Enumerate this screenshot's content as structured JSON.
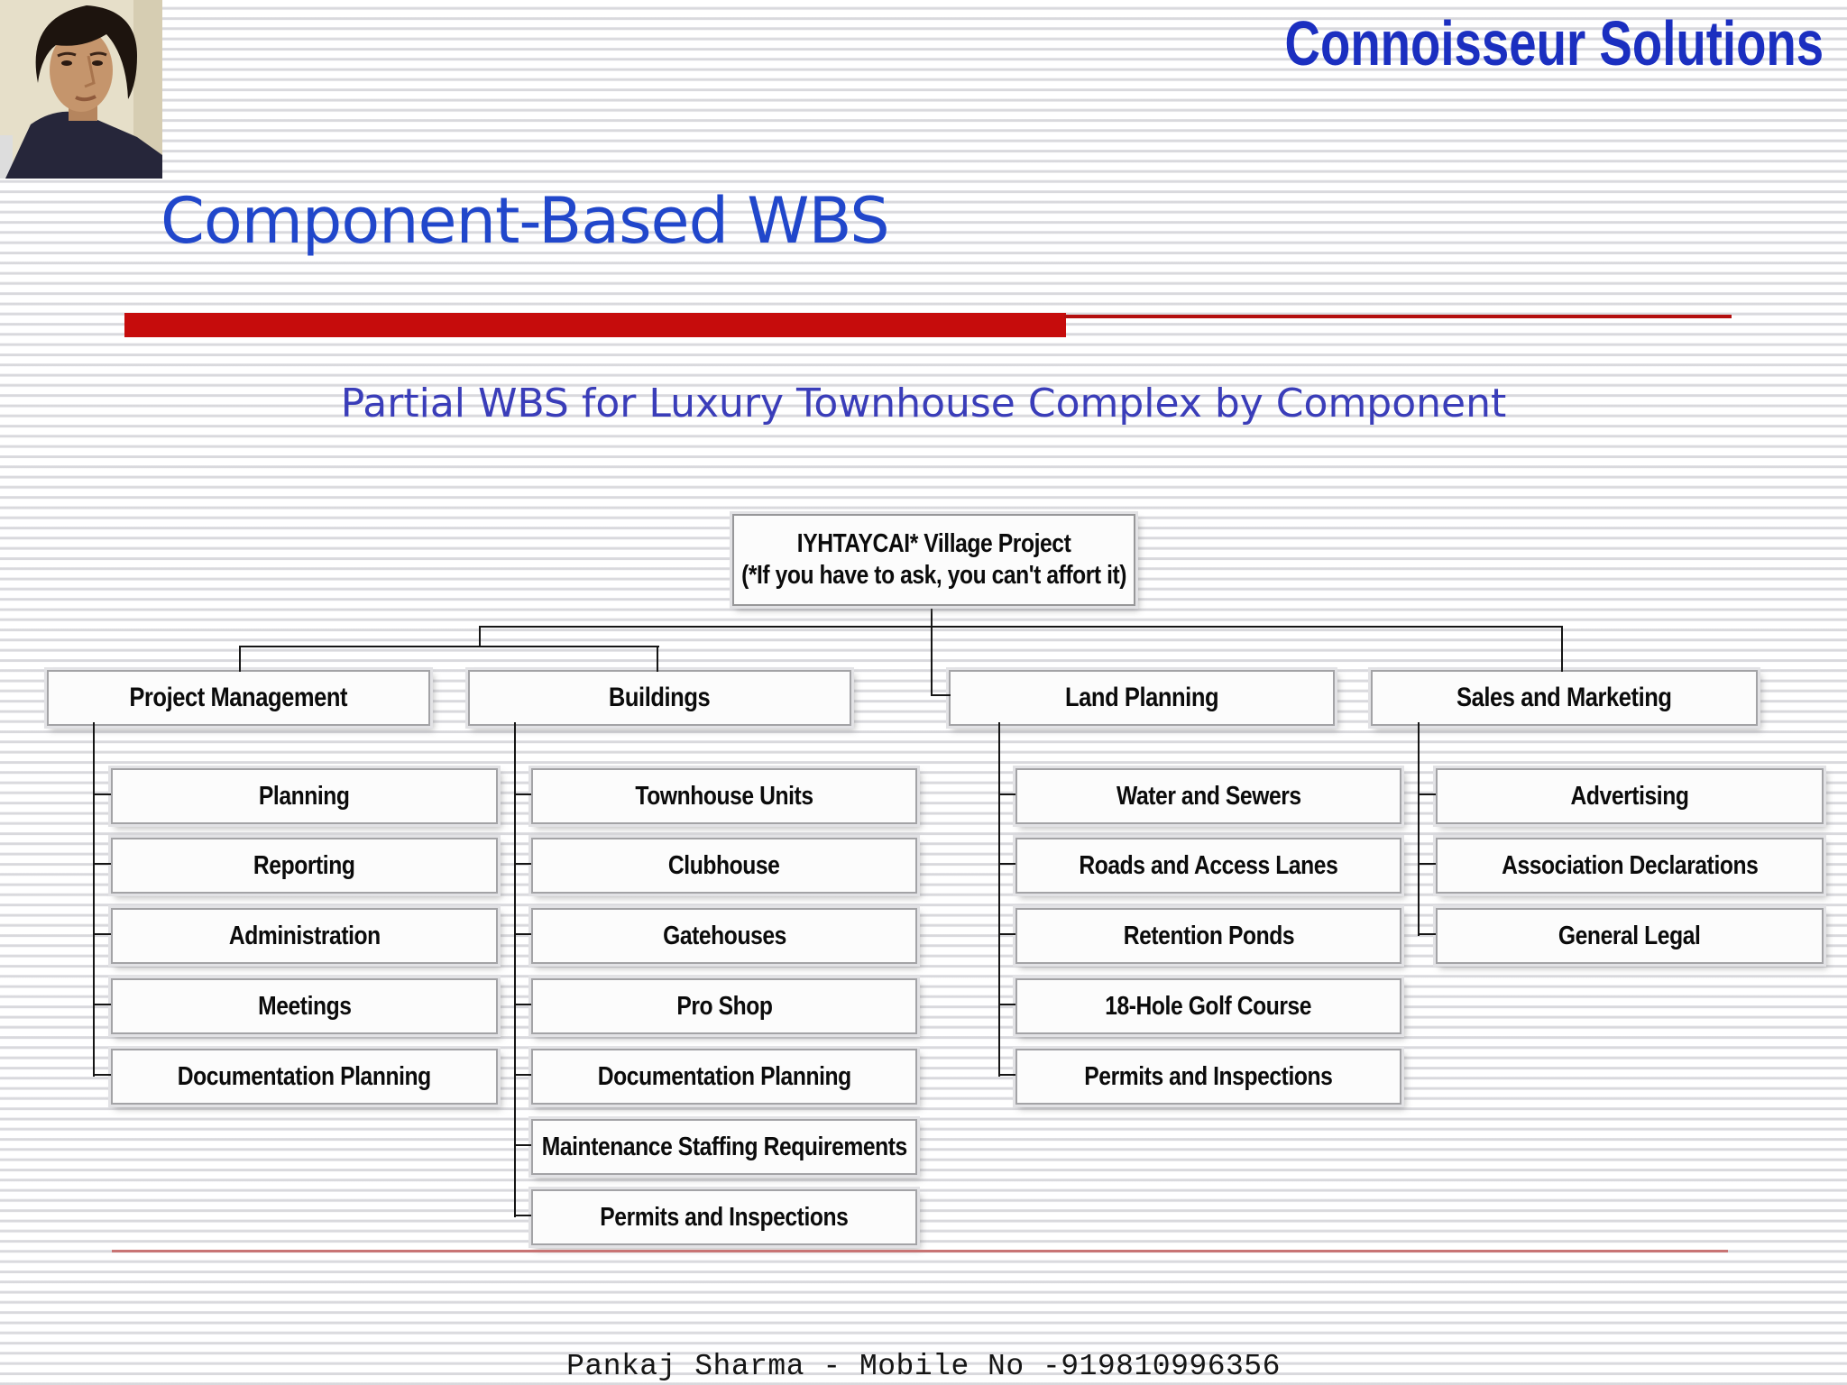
{
  "brand": {
    "title": "Connoisseur Solutions"
  },
  "header": {
    "title": "Component-Based WBS",
    "subtitle": "Partial WBS for Luxury Townhouse Complex by Component"
  },
  "colors": {
    "brand_blue": "#1b2fc0",
    "title_blue": "#2147cb",
    "subtitle_blue": "#3a3db9",
    "accent_red_bar": "#c60c0c",
    "footer_rule_red": "#c87474",
    "connector_black": "#161616",
    "box_border_gray": "#a3a3a6"
  },
  "diagram": {
    "root": {
      "line1": "IYHTAYCAI* Village Project",
      "line2": "(*If you have to ask, you can't affort it)"
    },
    "branches": [
      {
        "label": "Project Management",
        "children": [
          "Planning",
          "Reporting",
          "Administration",
          "Meetings",
          "Documentation Planning"
        ]
      },
      {
        "label": "Buildings",
        "children": [
          "Townhouse Units",
          "Clubhouse",
          "Gatehouses",
          "Pro Shop",
          "Documentation Planning",
          "Maintenance Staffing Requirements",
          "Permits and Inspections"
        ]
      },
      {
        "label": "Land Planning",
        "children": [
          "Water and Sewers",
          "Roads and Access Lanes",
          "Retention Ponds",
          "18-Hole Golf Course",
          "Permits and Inspections"
        ]
      },
      {
        "label": "Sales and Marketing",
        "children": [
          "Advertising",
          "Association Declarations",
          "General Legal"
        ]
      }
    ]
  },
  "footer": {
    "credit": "Pankaj Sharma - Mobile No -919810996356"
  }
}
